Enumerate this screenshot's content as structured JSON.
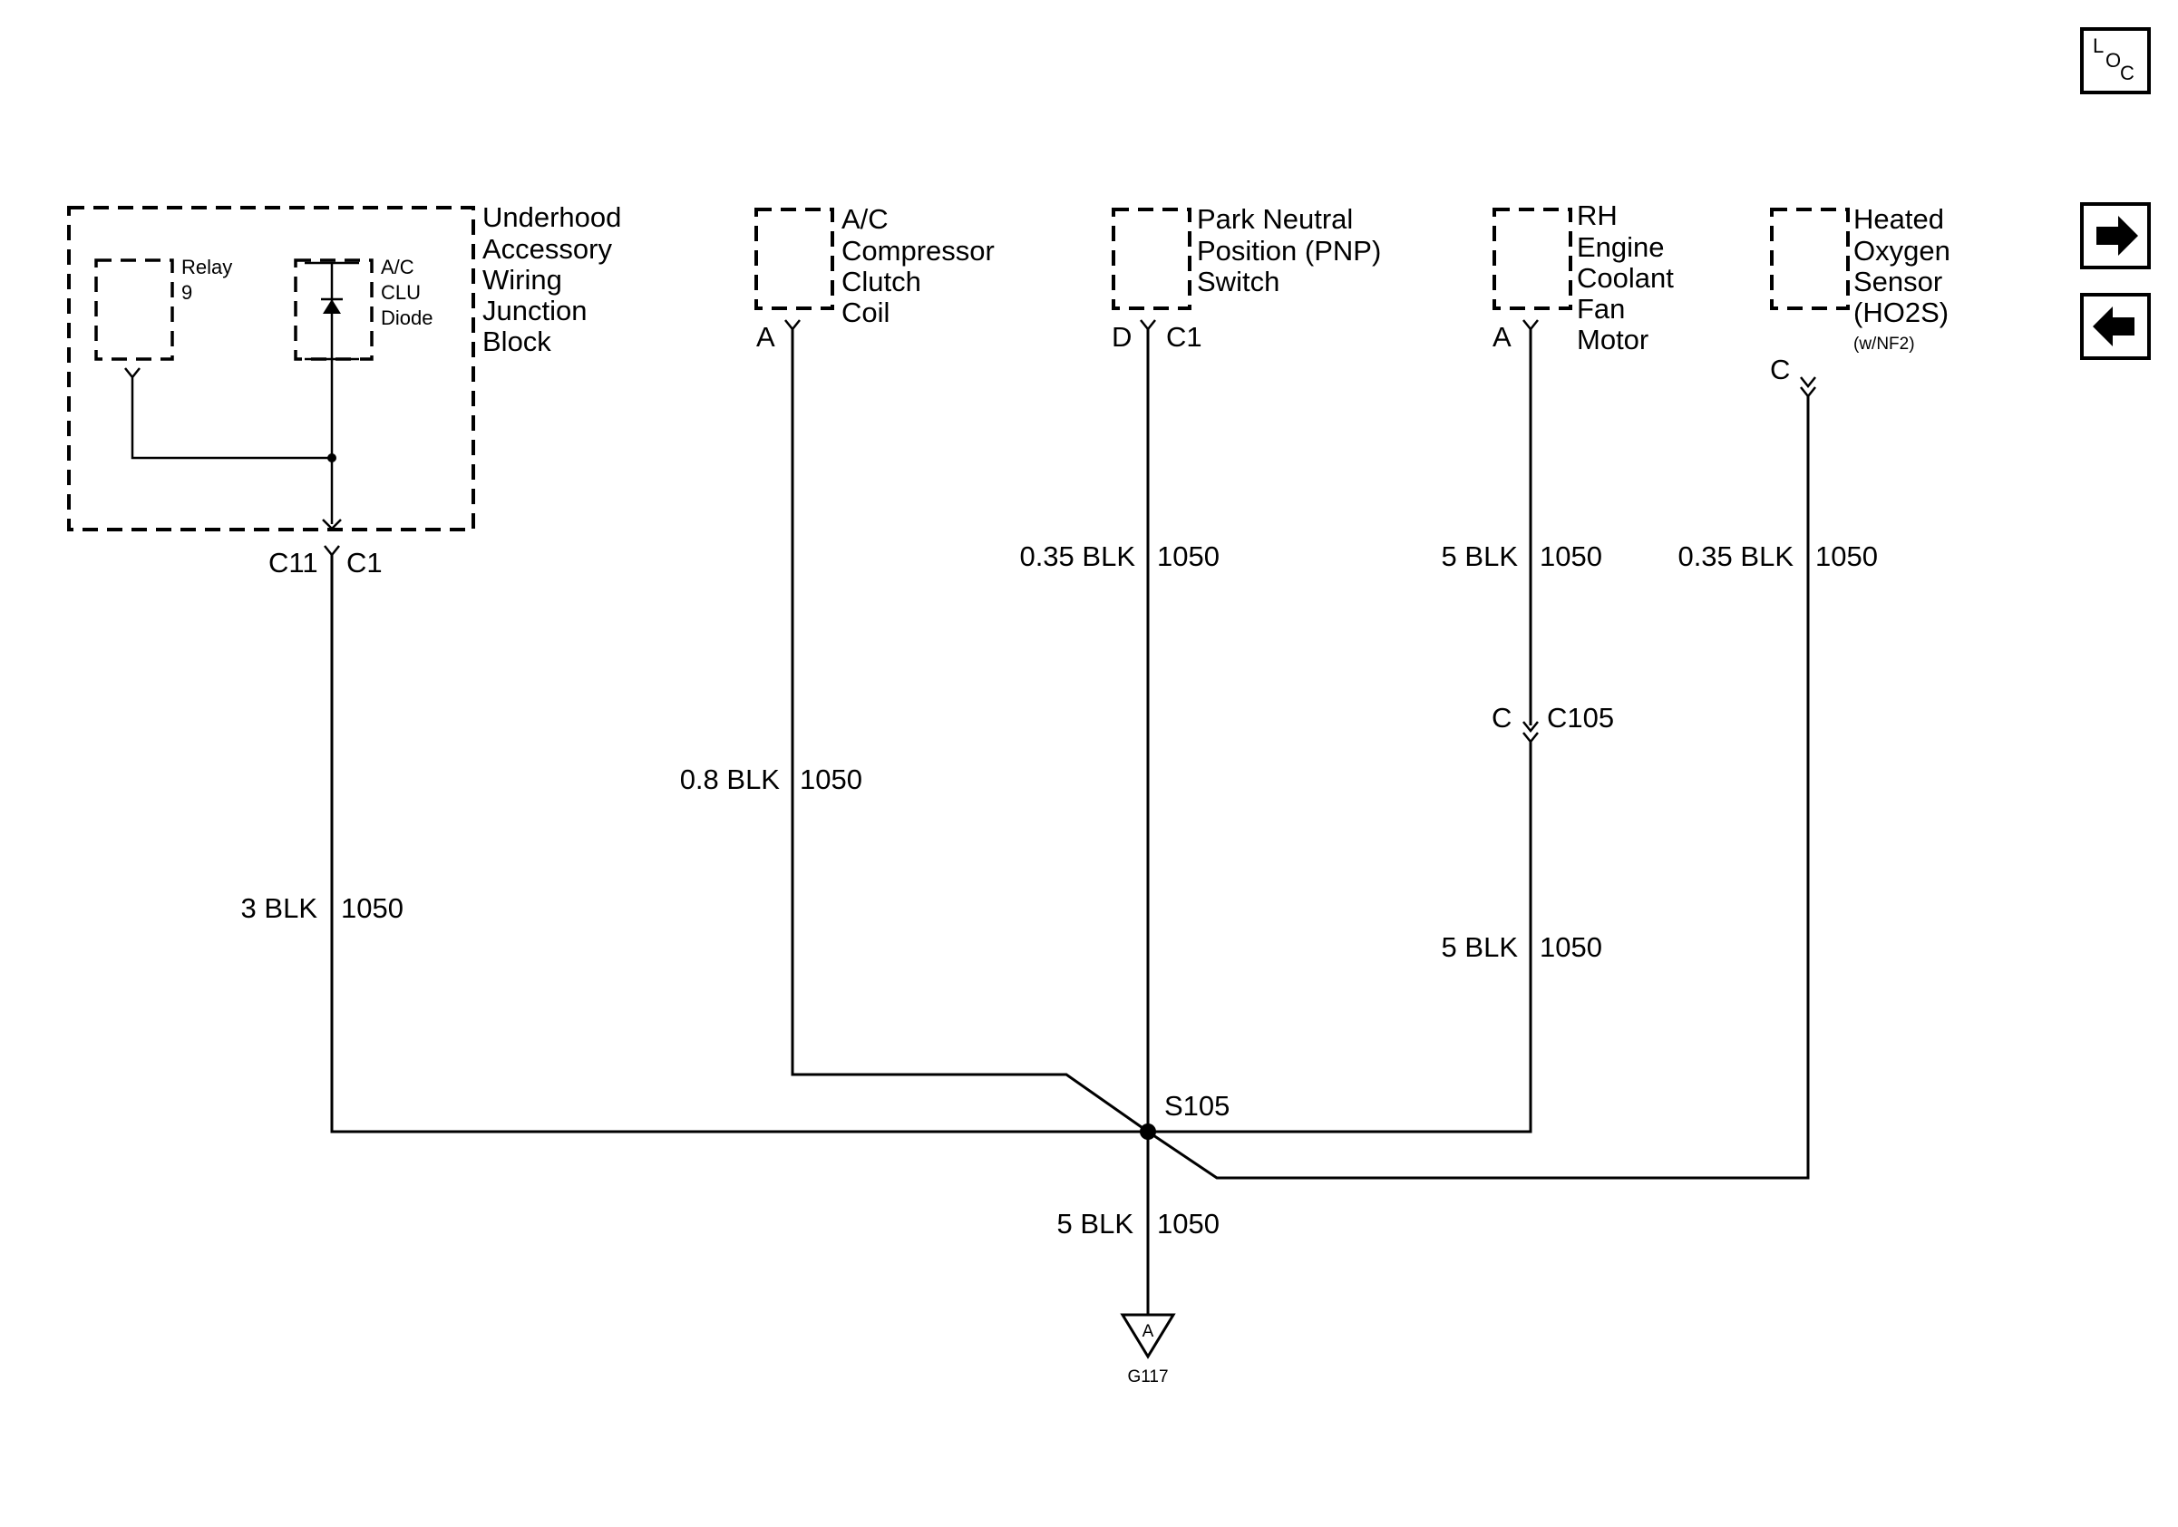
{
  "nav": {
    "loc_l": "L",
    "loc_o": "O",
    "loc_c": "C",
    "next_icon": "right-arrow",
    "prev_icon": "left-arrow"
  },
  "components": {
    "junction_block": {
      "lines": [
        "Underhood",
        "Accessory",
        "Wiring",
        "Junction",
        "Block"
      ]
    },
    "relay": {
      "lines": [
        "Relay",
        "9"
      ]
    },
    "diode": {
      "lines": [
        "A/C",
        "CLU",
        "Diode"
      ]
    },
    "ac_compressor": {
      "lines": [
        "A/C",
        "Compressor",
        "Clutch",
        "Coil"
      ]
    },
    "pnp_switch": {
      "lines": [
        "Park Neutral",
        "Position (PNP)",
        "Switch"
      ]
    },
    "fan_motor": {
      "lines": [
        "RH",
        "Engine",
        "Coolant",
        "Fan",
        "Motor"
      ]
    },
    "ho2s": {
      "lines": [
        "Heated",
        "Oxygen",
        "Sensor",
        "(HO2S)"
      ],
      "note": "(w/NF2)"
    }
  },
  "connectors": {
    "jb_pin": "C11",
    "jb_conn": "C1",
    "ac_pin": "A",
    "pnp_pin": "D",
    "pnp_conn": "C1",
    "fan_pin": "A",
    "ho2s_pin": "C",
    "inline_pin": "C",
    "inline_conn": "C105"
  },
  "wires": {
    "jb": {
      "size": "3 BLK",
      "circuit": "1050"
    },
    "ac": {
      "size": "0.8 BLK",
      "circuit": "1050"
    },
    "pnp": {
      "size": "0.35 BLK",
      "circuit": "1050"
    },
    "fan_upper": {
      "size": "5 BLK",
      "circuit": "1050"
    },
    "fan_lower": {
      "size": "5 BLK",
      "circuit": "1050"
    },
    "ho2s": {
      "size": "0.35 BLK",
      "circuit": "1050"
    },
    "ground": {
      "size": "5 BLK",
      "circuit": "1050"
    }
  },
  "splice": {
    "label": "S105"
  },
  "ground": {
    "pin": "A",
    "label": "G117"
  }
}
